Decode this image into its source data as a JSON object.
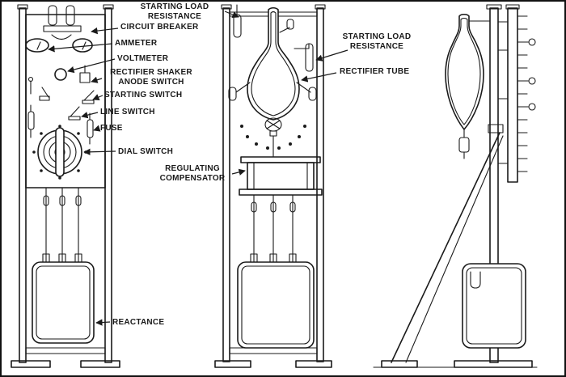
{
  "figure": {
    "type": "technical-line-drawing",
    "subject": "Mercury arc rectifier outfit shown in three elevations",
    "views": [
      "front switchboard panel",
      "front rectifier tube assembly",
      "side elevation"
    ],
    "ink_color": "#1a1a1a",
    "background_color": "#ffffff"
  },
  "labels": {
    "starting_load_top_1": "STARTING LOAD",
    "starting_load_top_2": "RESISTANCE",
    "circuit_breaker": "CIRCUIT BREAKER",
    "ammeter": "AMMETER",
    "voltmeter": "VOLTMETER",
    "rectifier_shaker_1": "RECTIFIER SHAKER",
    "rectifier_shaker_2": "ANODE SWITCH",
    "starting_switch": "STARTING SWITCH",
    "line_switch": "LINE SWITCH",
    "fuse": "FUSE",
    "dial_switch": "DIAL SWITCH",
    "regulating_1": "REGULATING",
    "regulating_2": "COMPENSATOR",
    "reactance": "REACTANCE",
    "starting_load_right_1": "STARTING LOAD",
    "starting_load_right_2": "RESISTANCE",
    "rectifier_tube": "RECTIFIER TUBE"
  }
}
